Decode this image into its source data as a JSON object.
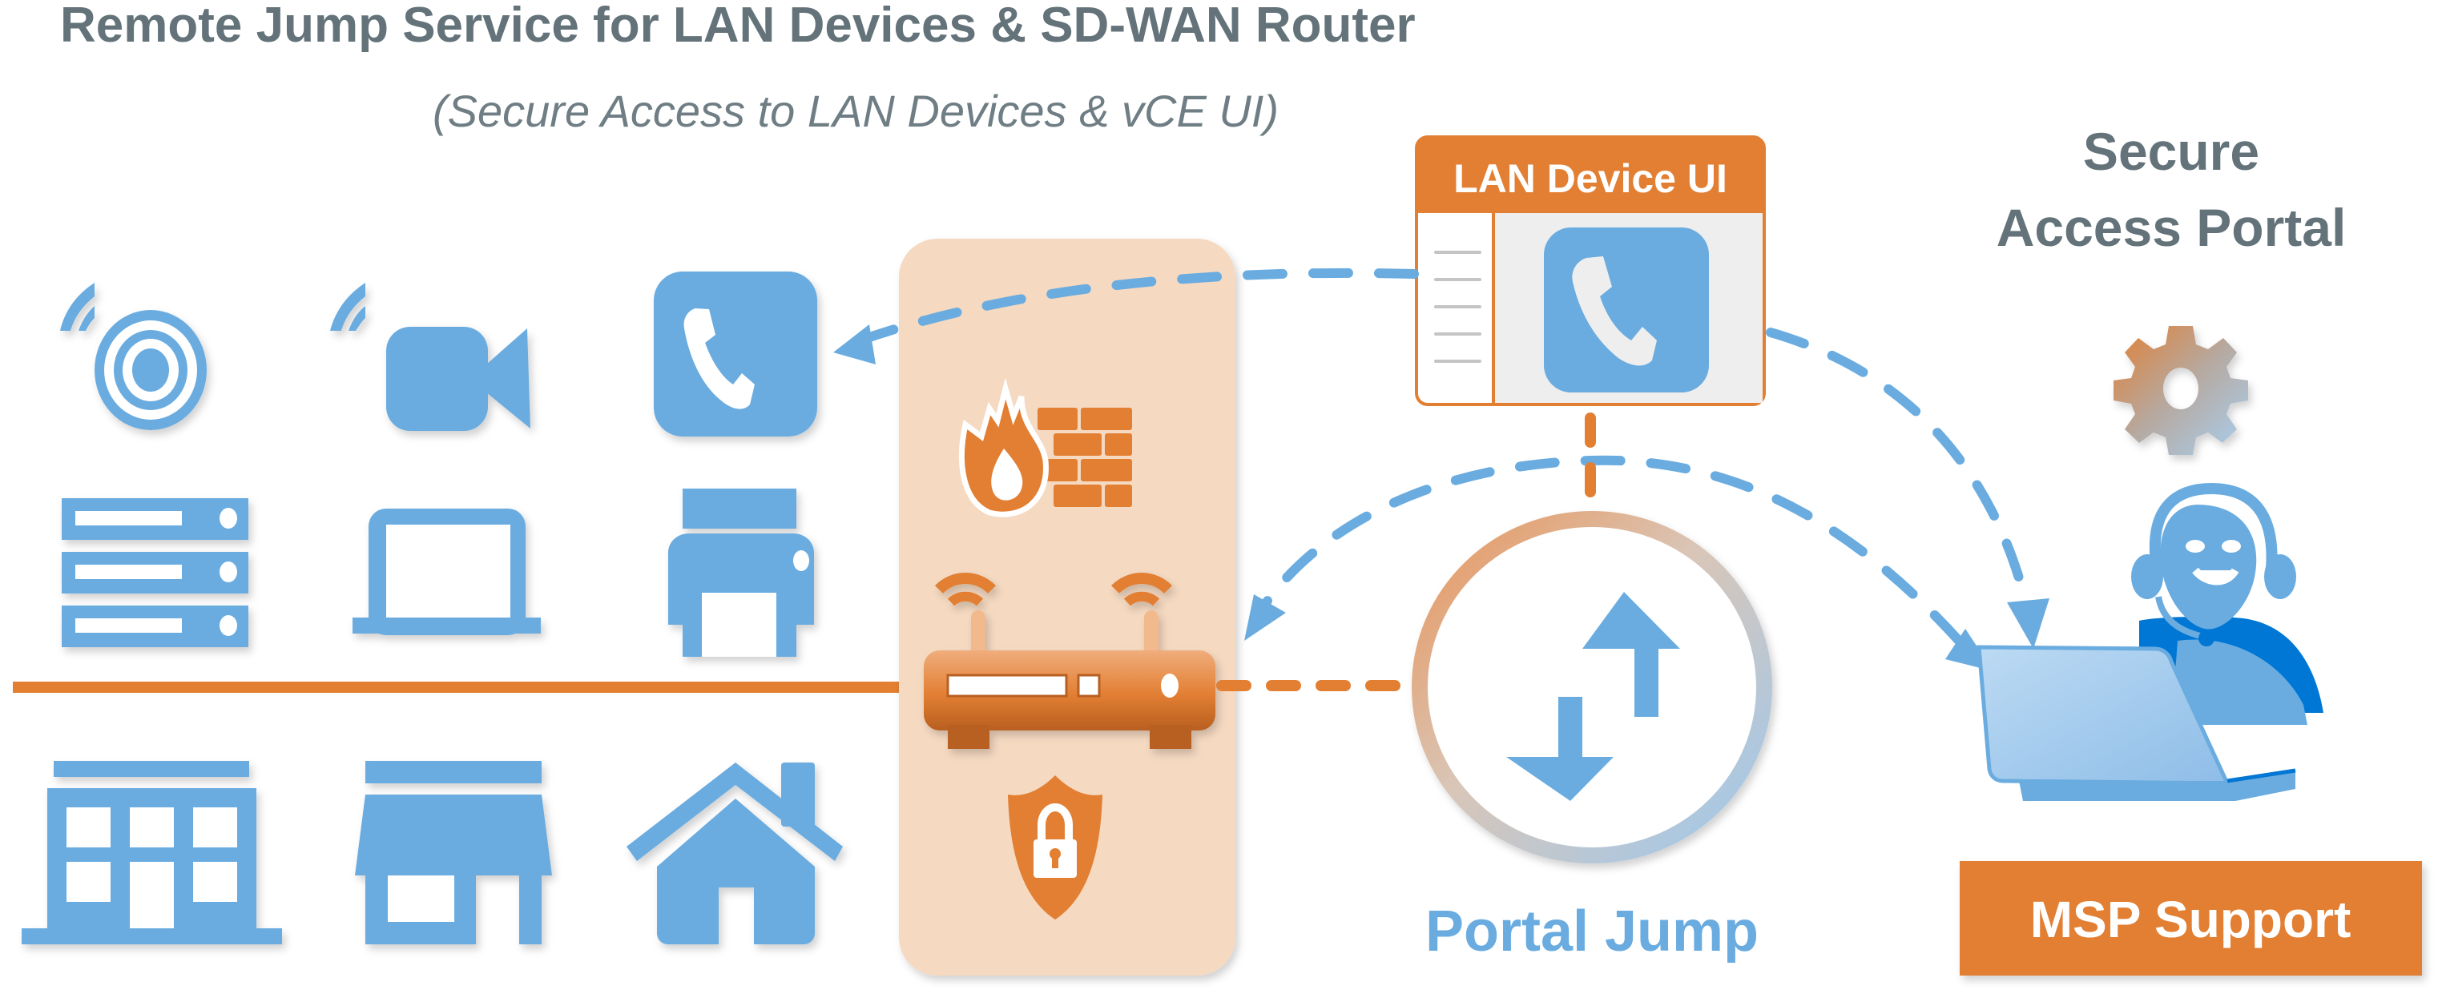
{
  "header": {
    "title": "Remote Jump Service for LAN Devices & SD-WAN Router",
    "subtitle": "(Secure Access to LAN Devices & vCE UI)"
  },
  "lan_device_ui": {
    "label": "LAN Device UI",
    "icon": "phone-icon",
    "menu_lines": 5
  },
  "portal": {
    "title_line1": "Secure",
    "title_line2": "Access Portal",
    "icon": "gear-icon"
  },
  "portal_jump": {
    "label": "Portal Jump",
    "icon": "transfer-arrows-icon"
  },
  "msp": {
    "label": "MSP Support",
    "icon": "support-agent-laptop-icon"
  },
  "edge_panel": {
    "icons": [
      "firewall-icon",
      "router-icon",
      "shield-lock-icon"
    ]
  },
  "lan_devices": [
    "wireless-sensor-icon",
    "video-camera-icon",
    "phone-icon",
    "server-rack-icon",
    "laptop-icon",
    "printer-icon",
    "office-building-icon",
    "storefront-icon",
    "house-icon"
  ],
  "colors": {
    "accent_orange": "#e27f33",
    "accent_blue": "#6aace0",
    "panel_bg": "#f5d9c1",
    "text_gray": "#64737a"
  }
}
